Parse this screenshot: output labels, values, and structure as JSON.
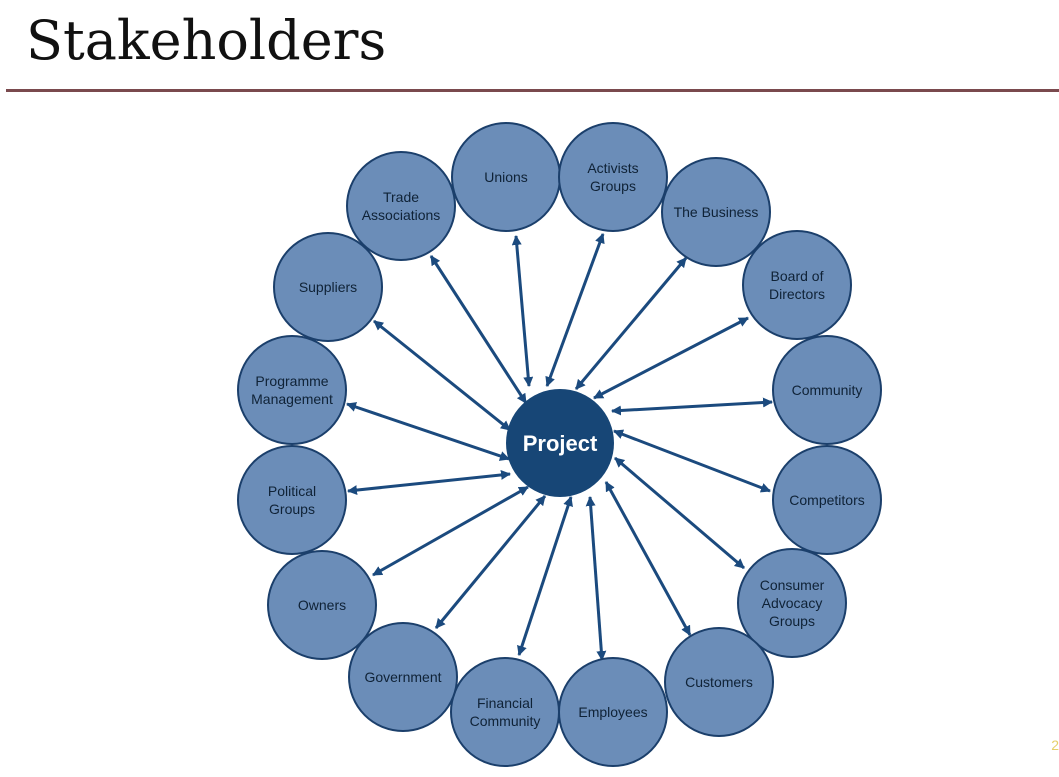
{
  "slide": {
    "title": "Stakeholders",
    "page_number": "2"
  },
  "colors": {
    "title_rule": "#7a4a4e",
    "node_fill": "#6b8db8",
    "node_stroke": "#1b3f6b",
    "hub_fill": "#174676",
    "arrow": "#1b4a7e",
    "label": "#0f2236"
  },
  "diagram": {
    "hub": {
      "label": "Project"
    },
    "stakeholders": [
      {
        "id": "unions",
        "lines": [
          "Unions"
        ]
      },
      {
        "id": "activists-groups",
        "lines": [
          "Activists",
          "Groups"
        ]
      },
      {
        "id": "the-business",
        "lines": [
          "The Business"
        ]
      },
      {
        "id": "board-of-directors",
        "lines": [
          "Board of",
          "Directors"
        ]
      },
      {
        "id": "community",
        "lines": [
          "Community"
        ]
      },
      {
        "id": "competitors",
        "lines": [
          "Competitors"
        ]
      },
      {
        "id": "consumer-advocacy-groups",
        "lines": [
          "Consumer",
          "Advocacy",
          "Groups"
        ]
      },
      {
        "id": "customers",
        "lines": [
          "Customers"
        ]
      },
      {
        "id": "employees",
        "lines": [
          "Employees"
        ]
      },
      {
        "id": "financial-community",
        "lines": [
          "Financial",
          "Community"
        ]
      },
      {
        "id": "government",
        "lines": [
          "Government"
        ]
      },
      {
        "id": "owners",
        "lines": [
          "Owners"
        ]
      },
      {
        "id": "political-groups",
        "lines": [
          "Political",
          "Groups"
        ]
      },
      {
        "id": "programme-management",
        "lines": [
          "Programme",
          "Management"
        ]
      },
      {
        "id": "suppliers",
        "lines": [
          "Suppliers"
        ]
      },
      {
        "id": "trade-associations",
        "lines": [
          "Trade",
          "Associations"
        ]
      }
    ]
  }
}
